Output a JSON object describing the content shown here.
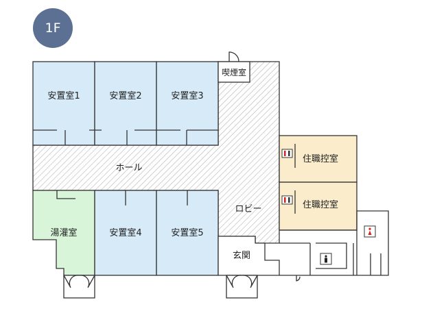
{
  "floor_badge": "1F",
  "rooms": {
    "room1": "安置室1",
    "room2": "安置室2",
    "room3": "安置室3",
    "room4": "安置室4",
    "room5": "安置室5",
    "smoking": "喫煙室",
    "hall": "ホール",
    "lobby": "ロビー",
    "bath": "湯灌室",
    "entrance": "玄関",
    "residence1": "住職控室",
    "residence2": "住職控室"
  },
  "colors": {
    "room_blue": "#d6eaf8",
    "bath_green": "#d9f5d9",
    "residence_beige": "#fbeccc",
    "badge": "#5b7093"
  },
  "icons": [
    "restroom-icon",
    "restroom-icon",
    "female-restroom-icon",
    "male-restroom-icon",
    "door-swing-icon"
  ]
}
